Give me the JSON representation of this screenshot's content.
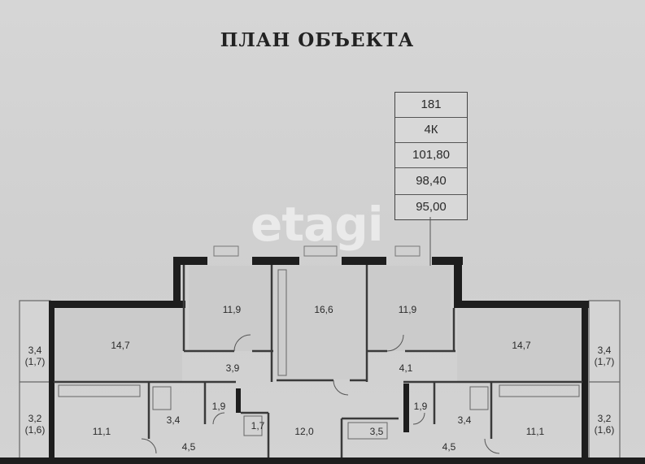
{
  "title": "ПЛАН ОБЪЕКТА",
  "watermark": "etagi",
  "info_table": [
    "181",
    "4К",
    "101,80",
    "98,40",
    "95,00"
  ],
  "rooms": {
    "bedroom_top_left": "11,9",
    "living_center": "16,6",
    "bedroom_top_right": "11,9",
    "room_left": "14,7",
    "room_right": "14,7",
    "balcony_left_top": "3,4\n(1,7)",
    "balcony_right_top": "3,4\n(1,7)",
    "balcony_left_bottom": "3,2\n(1,6)",
    "balcony_right_bottom": "3,2\n(1,6)",
    "hall_left": "3,9",
    "hall_right": "4,1",
    "kitchen_left": "11,1",
    "kitchen_right": "11,1",
    "bath_left": "3,4",
    "bath_right": "3,4",
    "wc_left": "1,9",
    "wc_right": "1,9",
    "corridor_left": "4,5",
    "corridor_right": "4,5",
    "closet_center": "1,7",
    "hall_center": "12,0",
    "storage_center": "3,5"
  }
}
